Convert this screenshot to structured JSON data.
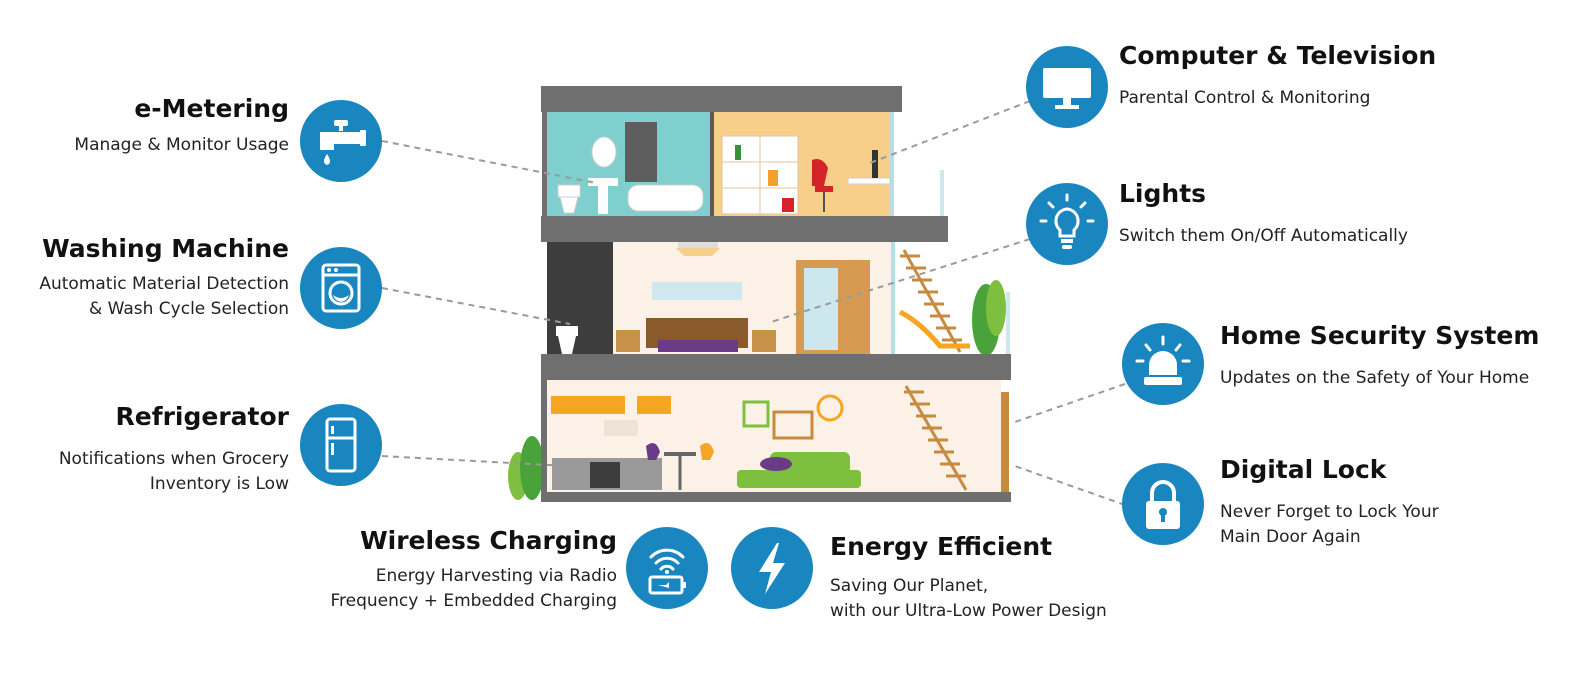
{
  "features": {
    "emetering": {
      "title": "e-Metering",
      "desc": [
        "Manage & Monitor Usage"
      ],
      "icon": "water-tap-icon"
    },
    "washing": {
      "title": "Washing Machine",
      "desc": [
        "Automatic Material Detection",
        "& Wash Cycle Selection"
      ],
      "icon": "washing-machine-icon"
    },
    "fridge": {
      "title": "Refrigerator",
      "desc": [
        "Notifications when Grocery",
        "Inventory is Low"
      ],
      "icon": "refrigerator-icon"
    },
    "wireless": {
      "title": "Wireless Charging",
      "desc": [
        "Energy Harvesting via Radio",
        "Frequency + Embedded Charging"
      ],
      "icon": "wireless-battery-icon"
    },
    "energy": {
      "title": "Energy Efficient",
      "desc": [
        "Saving Our Planet,",
        "with our Ultra-Low Power Design"
      ],
      "icon": "lightning-bolt-icon"
    },
    "computer": {
      "title": "Computer & Television",
      "desc": [
        "Parental Control & Monitoring"
      ],
      "icon": "monitor-icon"
    },
    "lights": {
      "title": "Lights",
      "desc": [
        "Switch them On/Off Automatically"
      ],
      "icon": "light-bulb-icon"
    },
    "security": {
      "title": "Home Security System",
      "desc": [
        "Updates on the Safety of Your Home"
      ],
      "icon": "alarm-siren-icon"
    },
    "lock": {
      "title": "Digital Lock",
      "desc": [
        "Never Forget to Lock Your",
        "Main Door Again"
      ],
      "icon": "padlock-icon"
    }
  },
  "colors": {
    "icon_bg": "#1a86bf",
    "connector": "#9a9a9a",
    "house_frame": "#6f6f6f",
    "bathroom": "#7fcfcf",
    "study": "#f8cf8a",
    "wall": "#fbf1e6",
    "accent_orange": "#f6a623",
    "accent_green": "#7fbf3f"
  }
}
